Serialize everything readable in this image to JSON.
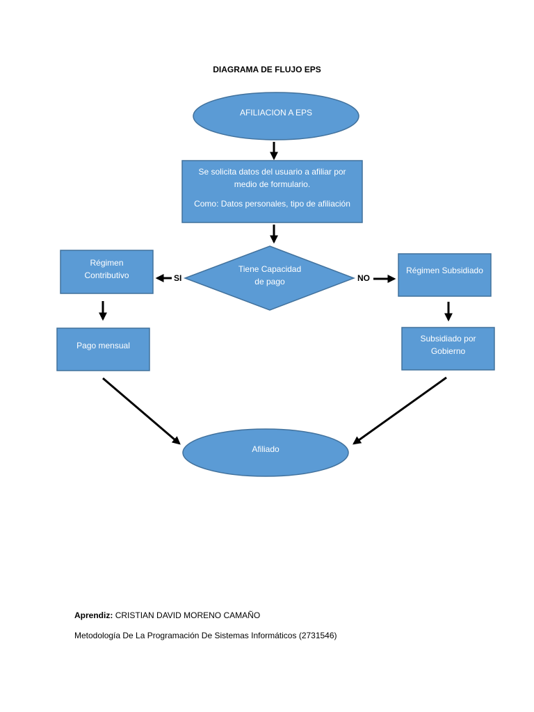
{
  "title": "DIAGRAMA DE FLUJO EPS",
  "nodes": {
    "start": {
      "text": "AFILIACION A EPS"
    },
    "form": {
      "lines": [
        "Se solicita datos del usuario a afiliar por",
        "medio de formulario."
      ],
      "detail": "Como: Datos personales, tipo de afiliación"
    },
    "decision": {
      "lines": [
        "Tiene Capacidad",
        "de pago"
      ]
    },
    "contributivo": {
      "lines": [
        "Régimen",
        "Contributivo"
      ]
    },
    "subsidiado": {
      "text": "Régimen Subsidiado"
    },
    "pago": {
      "text": "Pago mensual"
    },
    "gobierno": {
      "lines": [
        "Subsidiado por",
        "Gobierno"
      ]
    },
    "end": {
      "text": "Afiliado"
    }
  },
  "edges": {
    "yes_label": "SI",
    "no_label": "NO"
  },
  "footer": {
    "aprendiz_label": "Aprendiz:",
    "aprendiz_name": "CRISTIAN DAVID MORENO CAMAÑO",
    "course": "Metodología De La Programación De Sistemas Informáticos (2731546)"
  },
  "colors": {
    "shape_fill": "#5b9bd5",
    "shape_stroke": "#41719c",
    "shape_text": "#ffffff",
    "arrow": "#000000"
  }
}
